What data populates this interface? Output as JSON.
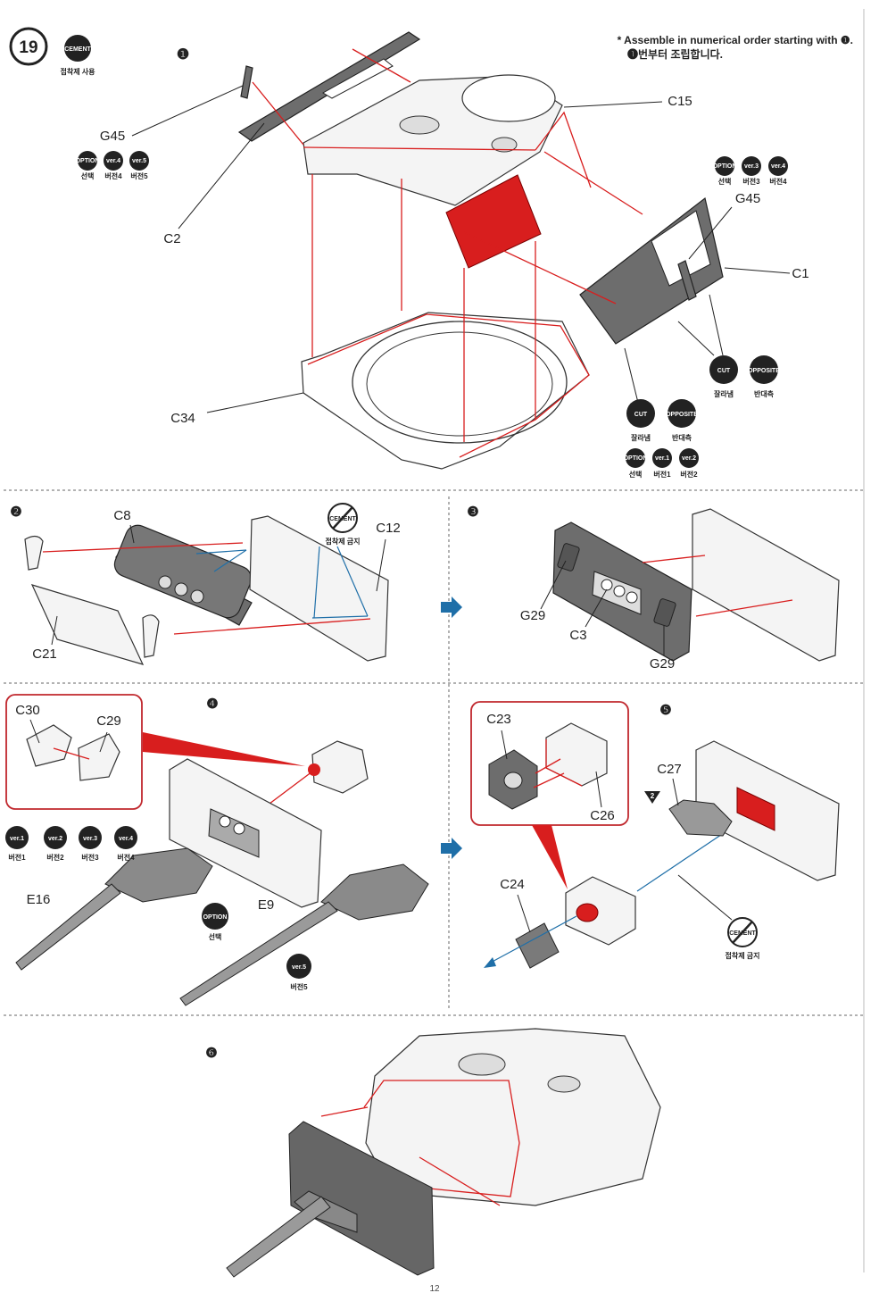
{
  "step": {
    "number": "19",
    "cement_badge": "CEMENT",
    "cement_caption": "접착제 사용",
    "note_en": "* Assemble in numerical order starting with ❶.",
    "note_ko": "❶번부터 조립합니다."
  },
  "substeps": [
    "❶",
    "❷",
    "❸",
    "❹",
    "❺",
    "❻"
  ],
  "badges": {
    "option": "OPTION",
    "option_caption": "선택",
    "ver1": "ver.1",
    "ver2": "ver.2",
    "ver3": "ver.3",
    "ver4": "ver.4",
    "ver5": "ver.5",
    "ver1_caption": "버전1",
    "ver2_caption": "버전2",
    "ver3_caption": "버전3",
    "ver4_caption": "버전4",
    "ver5_caption": "버전5",
    "cut": "CUT",
    "cut_caption": "잘라냄",
    "opposite": "OPPOSITE",
    "opposite_caption": "반대측",
    "no_cement": "CEMENT",
    "no_cement_caption": "접착제 금지"
  },
  "parts": {
    "g45": "G45",
    "c2": "C2",
    "c15": "C15",
    "c1": "C1",
    "c34": "C34",
    "c8": "C8",
    "c12": "C12",
    "c21": "C21",
    "g29": "G29",
    "c3": "C3",
    "c30": "C30",
    "c29": "C29",
    "e16": "E16",
    "e9": "E9",
    "c23": "C23",
    "c26": "C26",
    "c27": "C27",
    "c24": "C24",
    "ref2": "2"
  },
  "page_number": "12",
  "colors": {
    "highlight": "#d81e1e",
    "arrow_blue": "#1f6fa8",
    "part_dark": "#6d6d6d"
  }
}
